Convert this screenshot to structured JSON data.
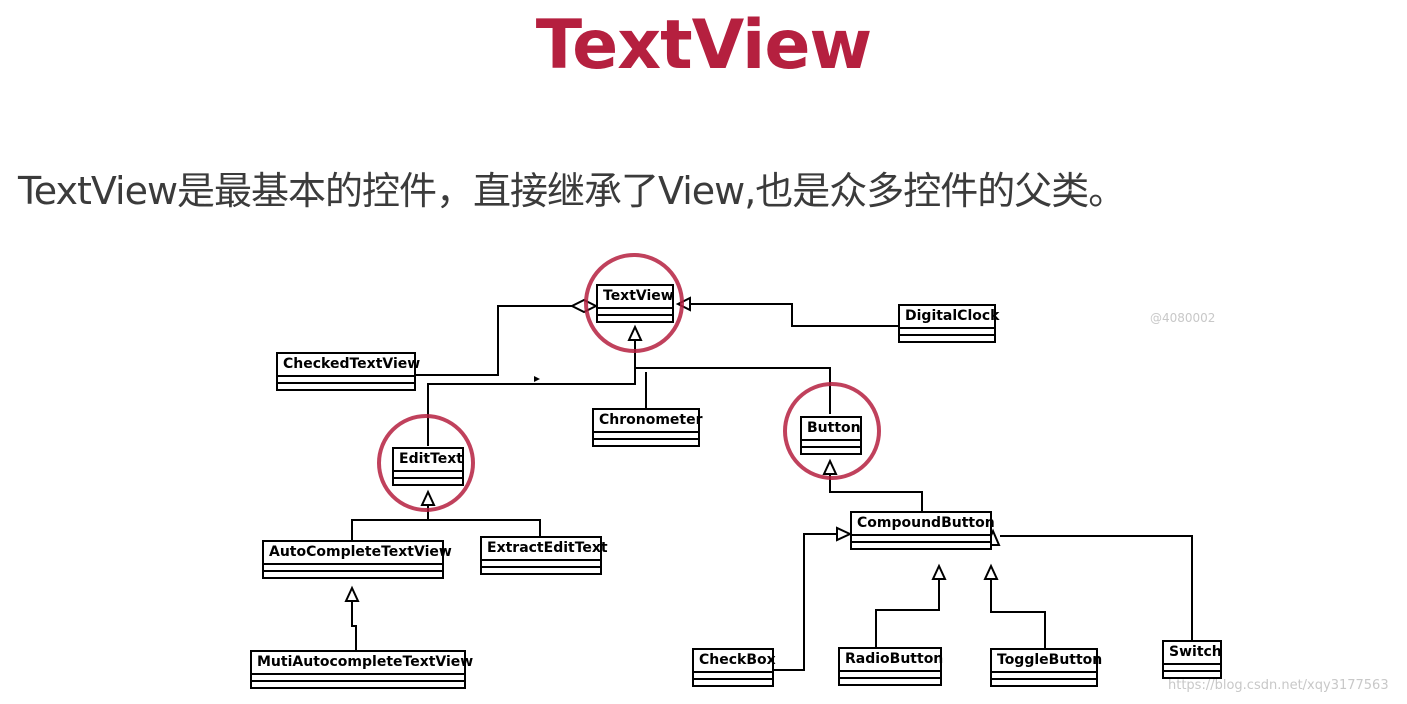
{
  "title": "TextView",
  "subtitle": "TextView是最基本的控件，直接继承了View,也是众多控件的父类。",
  "watermark_top": "@4080002",
  "watermark_bottom": "https://blog.csdn.net/xqy3177563",
  "classes": {
    "textview": "TextView",
    "digitalclock": "DigitalClock",
    "checkedtextview": "CheckedTextView",
    "chronometer": "Chronometer",
    "button": "Button",
    "edittext": "EditText",
    "compoundbutton": "CompoundButton",
    "autocompletetextview": "AutoCompleteTextView",
    "extractedittext": "ExtractEditText",
    "mutiautocompletetextview": "MutiAutocompleteTextView",
    "checkbox": "CheckBox",
    "radiobutton": "RadioButton",
    "togglebutton": "ToggleButton",
    "switch": "Switch"
  },
  "colors": {
    "title": "#b5203f",
    "highlight_circle": "#b5203f",
    "text": "#3b3b3b"
  }
}
